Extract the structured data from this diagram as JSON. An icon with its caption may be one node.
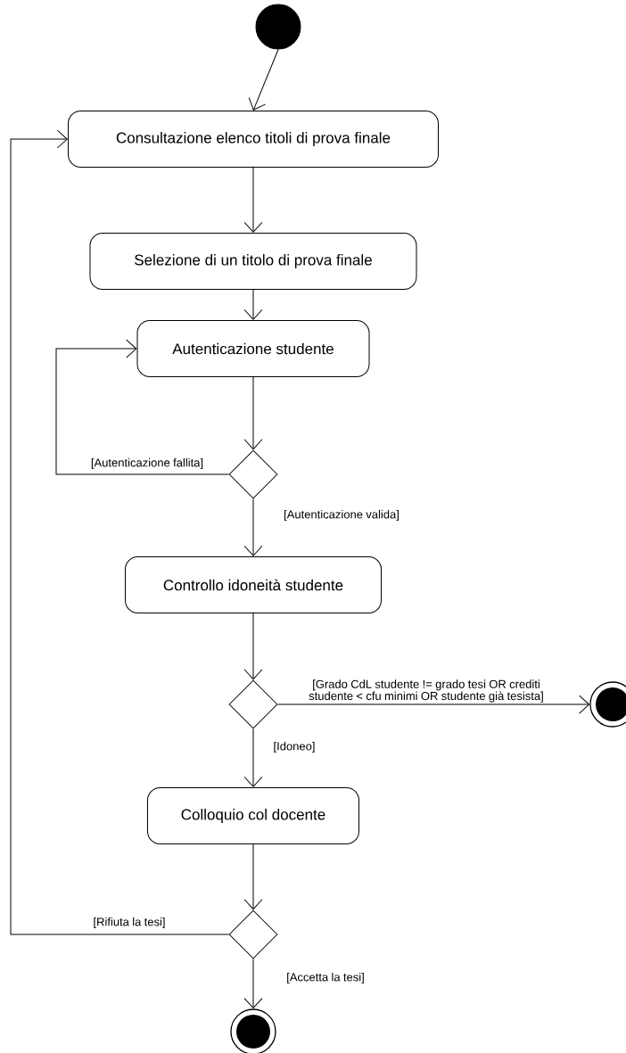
{
  "diagram": {
    "nodes": [
      {
        "text": [],
        "shape": "circle"
      },
      {
        "text": [
          "Consultazione elenco titoli di prova finale"
        ]
      },
      {
        "text": [
          "Selezione di un titolo di prova finale"
        ]
      },
      {
        "text": [
          "Autenticazione studente"
        ]
      },
      {
        "text": [],
        "shape": "diamond"
      },
      {
        "text": [
          "Controllo idoneità studente"
        ]
      },
      {
        "text": [],
        "shape": "diamond"
      },
      {
        "text": [],
        "shape": "bullseye"
      },
      {
        "text": [
          "Colloquio col docente"
        ]
      },
      {
        "text": [],
        "shape": "diamond"
      },
      {
        "text": [],
        "shape": "bullseye"
      }
    ],
    "edges": [
      {
        "from": 0,
        "to": 1,
        "arrow": "to"
      },
      {
        "from": 1,
        "to": 2,
        "arrow": "to"
      },
      {
        "from": 2,
        "to": 3,
        "arrow": "to"
      },
      {
        "from": 3,
        "to": 4,
        "arrow": "to"
      },
      {
        "from": 4,
        "to": 3,
        "arrow": "to",
        "label": "[Autenticazione fallita]"
      },
      {
        "from": 4,
        "to": 5,
        "arrow": "to",
        "label": "[Autenticazione valida]"
      },
      {
        "from": 5,
        "to": 6,
        "arrow": "to"
      },
      {
        "from": 6,
        "to": 7,
        "arrow": "to",
        "label": "[Grado CdL studente != grado tesi OR crediti studente < cfu minimi OR studente già tesista]"
      },
      {
        "from": 6,
        "to": 8,
        "arrow": "to",
        "label": "[Idoneo]"
      },
      {
        "from": 8,
        "to": 9,
        "arrow": "to"
      },
      {
        "from": 9,
        "to": 1,
        "arrow": "to",
        "label": "[Rifiuta la tesi]"
      },
      {
        "from": 9,
        "to": 10,
        "arrow": "to",
        "label": "[Accetta la tesi]"
      }
    ]
  }
}
